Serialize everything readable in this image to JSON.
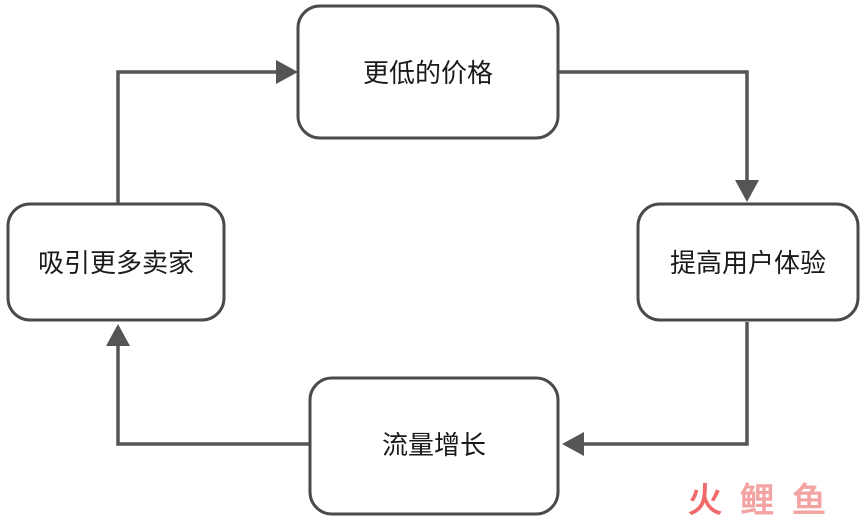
{
  "nodes": {
    "lower_price": "更低的价格",
    "better_experience": "提高用户体验",
    "traffic_growth": "流量增长",
    "more_sellers": "吸引更多卖家"
  },
  "watermark": {
    "char1": "火",
    "char2": "鲤",
    "char3": "鱼"
  },
  "colors": {
    "box_stroke": "#4a4a4a",
    "arrow": "#555555",
    "watermark": "#f06a6a"
  }
}
